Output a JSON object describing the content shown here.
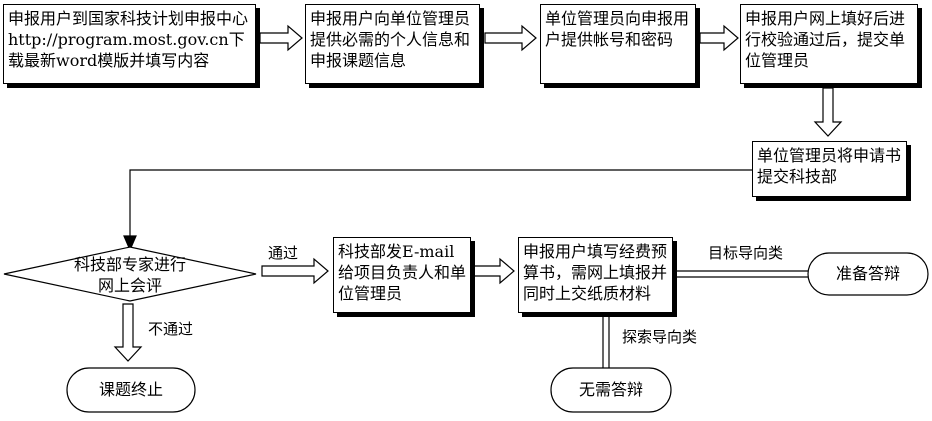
{
  "diagram": {
    "boxes": {
      "download": "申报用户到国家科技计划申报中心http://program.most.gov.cn下载最新word模版并填写内容",
      "provide_info": "申报用户向单位管理员提供必需的个人信息和申报课题信息",
      "issue_account": "单位管理员向申报用户提供帐号和密码",
      "submit_online": "申报用户网上填好后进行校验通过后，提交单位管理员",
      "submit_ministry": "单位管理员将申请书提交科技部",
      "email": "科技部发E-mail给项目负责人和单位管理员",
      "budget": "申报用户填写经费预算书，需网上填报并同时上交纸质材料"
    },
    "decision": {
      "line1": "科技部专家进行",
      "line2": "网上会评"
    },
    "terminals": {
      "terminate": "课题终止",
      "defense": "准备答辩",
      "no_defense": "无需答辩"
    },
    "edge_labels": {
      "pass": "通过",
      "fail": "不通过",
      "goal_oriented": "目标导向类",
      "exploratory": "探索导向类"
    }
  }
}
